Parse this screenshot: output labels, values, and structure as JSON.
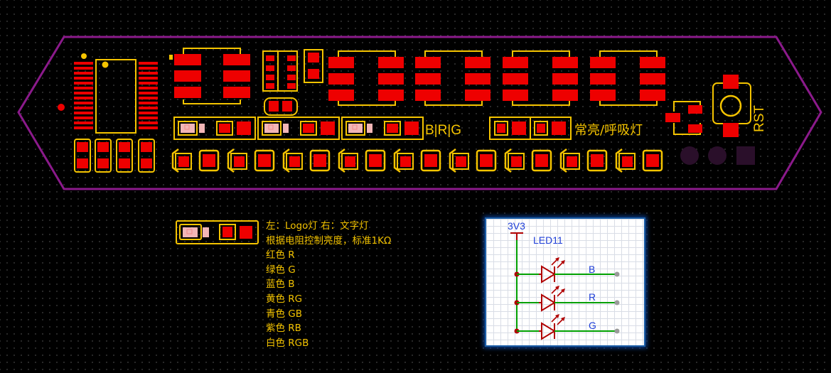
{
  "board": {
    "label_brg": "B|R|G",
    "label_mode": "常亮/呼吸灯",
    "label_rst": "RST",
    "colors": {
      "outline": "#8b1a8b",
      "silkscreen": "#f5c400",
      "pad": "#ee0000",
      "mounting_hole": "#2a0f2a"
    }
  },
  "notes": {
    "line1": "左：Logo灯 右：文字灯",
    "line2": "根据电阻控制亮度，标准1KΩ",
    "line3": "红色 R",
    "line4": "绿色 G",
    "line5": "蓝色 B",
    "line6": "黄色 RG",
    "line7": "青色 GB",
    "line8": "紫色 RB",
    "line9": "白色 RGB"
  },
  "schematic": {
    "power_label": "3V3",
    "part_label": "LED11",
    "net_b": "B",
    "net_r": "R",
    "net_g": "G",
    "colors": {
      "wire": "#00a000",
      "component": "#b00000",
      "text": "#1f3fd8"
    }
  }
}
